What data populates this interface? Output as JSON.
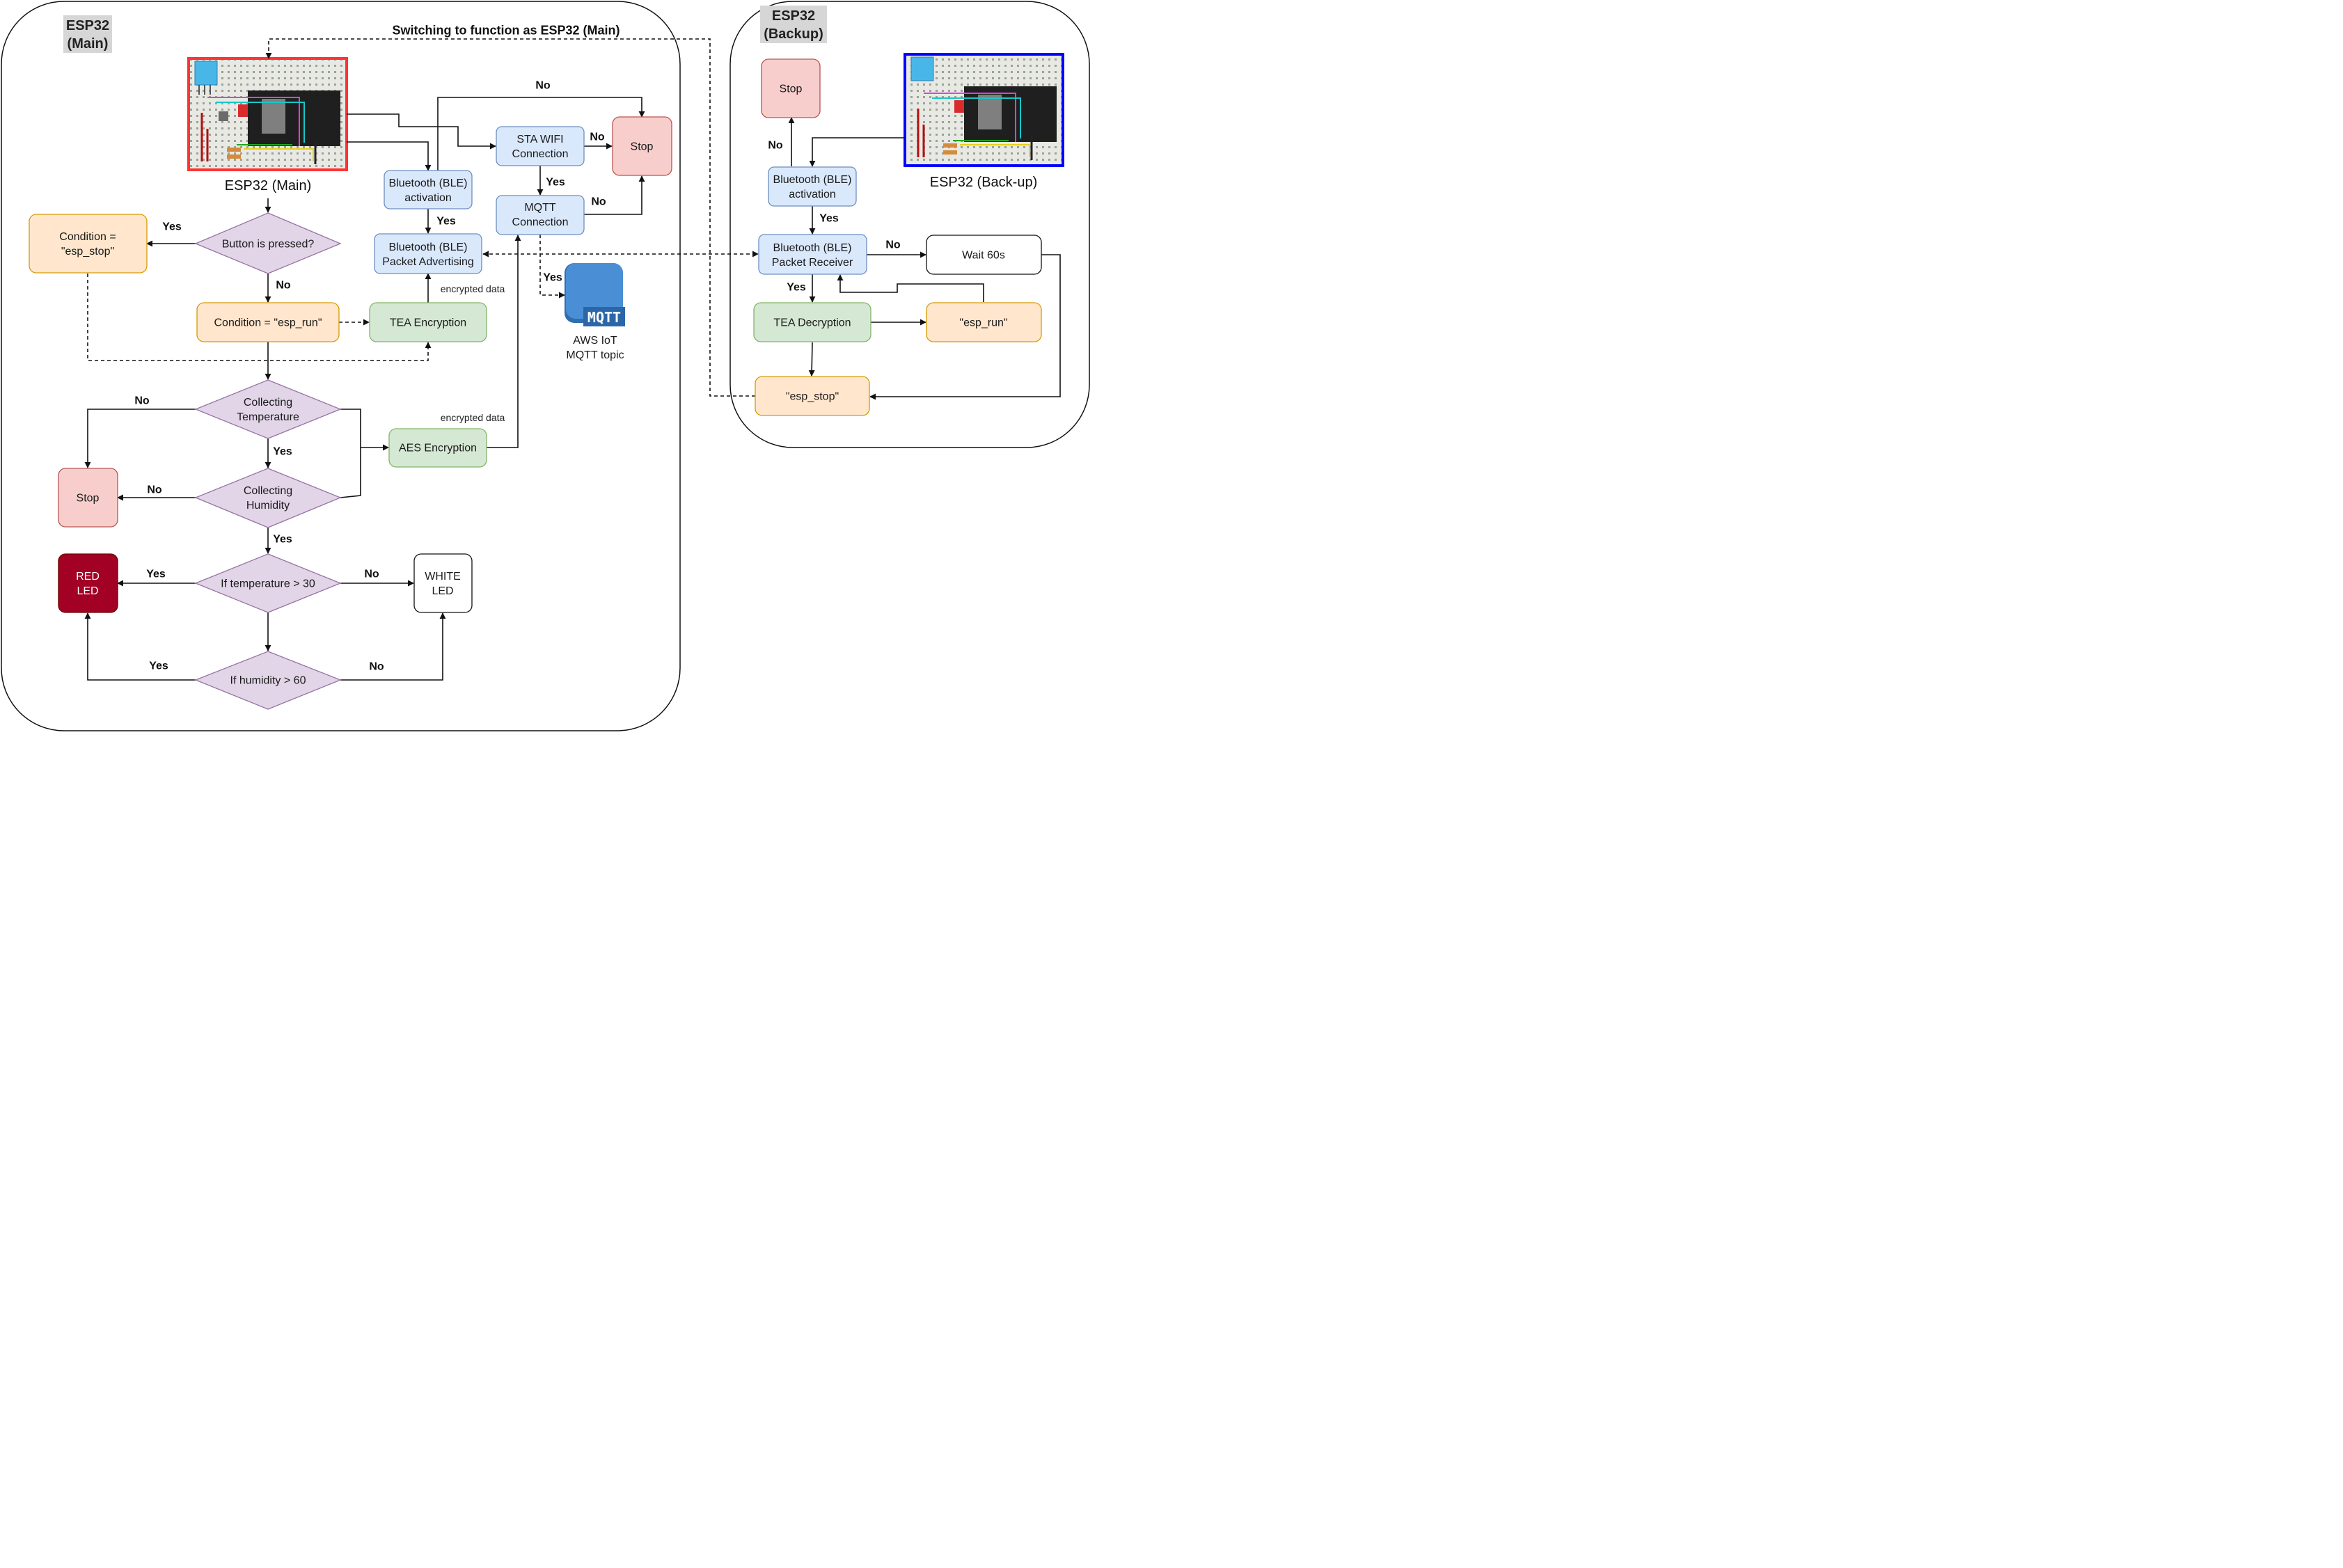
{
  "groups": {
    "main": {
      "label": "ESP32\n(Main)"
    },
    "backup": {
      "label": "ESP32\n(Backup)"
    }
  },
  "devices": {
    "main_caption": "ESP32 (Main)",
    "backup_caption": "ESP32 (Back-up)"
  },
  "nodes": {
    "cond_stop": "Condition =\n\"esp_stop\"",
    "button": "Button is pressed?",
    "cond_run": "Condition = \"esp_run\"",
    "tea_enc": "TEA Encryption",
    "ble_act_main": "Bluetooth (BLE)\nactivation",
    "ble_adv": "Bluetooth (BLE)\nPacket Advertising",
    "sta_wifi": "STA WIFI\nConnection",
    "mqtt_conn": "MQTT\nConnection",
    "stop_top": "Stop",
    "collect_temp": "Collecting\nTemperature",
    "collect_hum": "Collecting\nHumidity",
    "aes_enc": "AES Encryption",
    "stop_left": "Stop",
    "temp_check": "If temperature > 30",
    "hum_check": "If humidity > 60",
    "red_led": "RED\nLED",
    "white_led": "WHITE\nLED",
    "aws": "AWS IoT\nMQTT topic",
    "mqtt_logo": "MQTT",
    "stop_backup": "Stop",
    "ble_act_backup": "Bluetooth (BLE)\nactivation",
    "ble_recv": "Bluetooth (BLE)\nPacket Receiver",
    "wait": "Wait 60s",
    "tea_dec": "TEA Decryption",
    "esp_run": "\"esp_run\"",
    "esp_stop": "\"esp_stop\""
  },
  "edge_labels": {
    "switching": "Switching to function as ESP32 (Main)",
    "ble_no_top": "No",
    "wifi_no": "No",
    "wifi_yes": "Yes",
    "mqtt_no": "No",
    "mqtt_yes": "Yes",
    "ble_act_yes": "Yes",
    "enc_data_1": "encrypted data",
    "enc_data_2": "encrypted data",
    "button_yes": "Yes",
    "button_no": "No",
    "temp_no": "No",
    "temp_yes": "Yes",
    "hum_no": "No",
    "hum_yes": "Yes",
    "t30_yes": "Yes",
    "t30_no": "No",
    "h60_yes": "Yes",
    "h60_no": "No",
    "backup_no": "No",
    "backup_yes": "Yes",
    "recv_no": "No",
    "recv_yes": "Yes"
  },
  "colors": {
    "blue_fill": "#dae8fc",
    "blue_stroke": "#6c8ebf",
    "red_fill": "#f8cecc",
    "red_stroke": "#b85450",
    "orange_fill": "#ffe6cc",
    "orange_stroke": "#d79b00",
    "green_fill": "#d5e8d4",
    "green_stroke": "#82b366",
    "purple_fill": "#e1d5e7",
    "purple_stroke": "#9673a6",
    "dark_red_fill": "#a20025",
    "dark_red_stroke": "#6f0000",
    "main_frame": "#ff3333",
    "backup_frame": "#0000ff",
    "aws_blue": "#4a8fd6"
  }
}
